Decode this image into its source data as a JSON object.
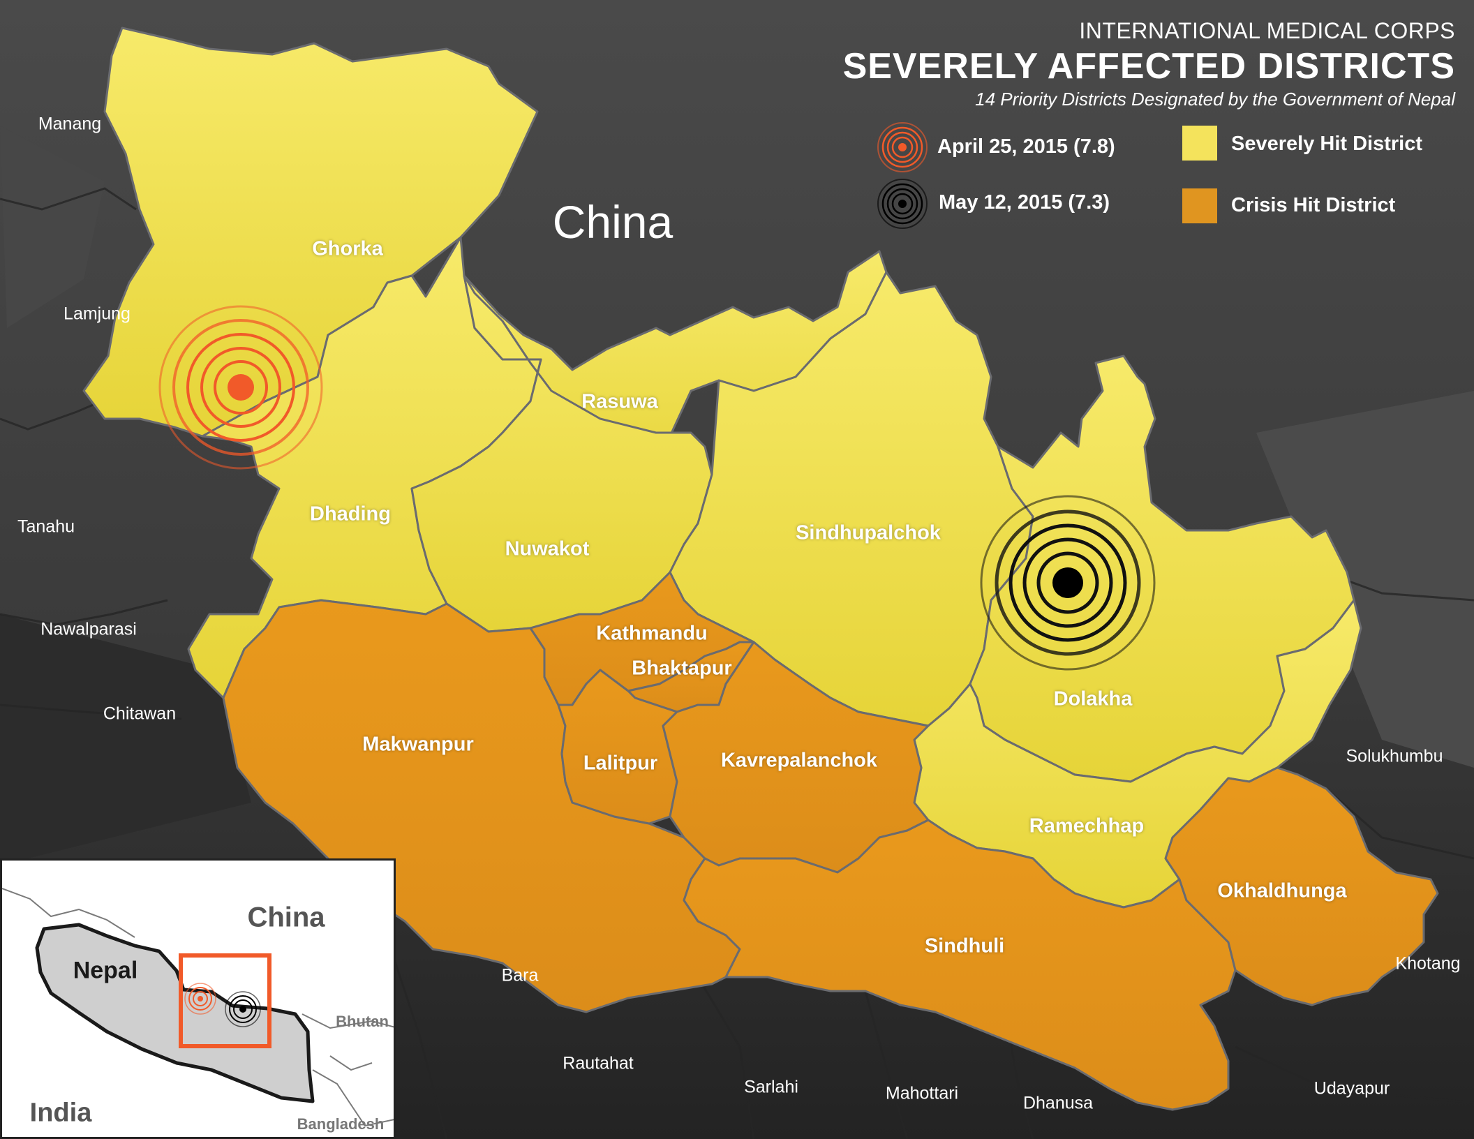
{
  "header": {
    "org": "INTERNATIONAL MEDICAL CORPS",
    "title": "SEVERELY AFFECTED DISTRICTS",
    "subtitle": "14 Priority Districts Designated by the Government of Nepal"
  },
  "legend": {
    "quake1": {
      "label": "April 25, 2015 (7.8)",
      "color": "#f15a29"
    },
    "quake2": {
      "label": "May 12, 2015 (7.3)",
      "color": "#000000"
    },
    "severe": {
      "label": "Severely Hit District",
      "color": "#f4e35c"
    },
    "crisis": {
      "label": "Crisis Hit District",
      "color": "#e09520"
    }
  },
  "map": {
    "country_label": "China",
    "districts": {
      "ghorka": "Ghorka",
      "rasuwa": "Rasuwa",
      "dhading": "Dhading",
      "nuwakot": "Nuwakot",
      "sindhupalchok": "Sindhupalchok",
      "dolakha": "Dolakha",
      "ramechhap": "Ramechhap",
      "kathmandu": "Kathmandu",
      "bhaktapur": "Bhaktapur",
      "lalitpur": "Lalitpur",
      "kavrepalanchok": "Kavrepalanchok",
      "makwanpur": "Makwanpur",
      "sindhuli": "Sindhuli",
      "okhaldhunga": "Okhaldhunga"
    },
    "neighbors": {
      "manang": "Manang",
      "lamjung": "Lamjung",
      "tanahu": "Tanahu",
      "nawalparasi": "Nawalparasi",
      "chitawan": "Chitawan",
      "bara": "Bara",
      "rautahat": "Rautahat",
      "sarlahi": "Sarlahi",
      "mahottari": "Mahottari",
      "dhanusa": "Dhanusa",
      "udayapur": "Udayapur",
      "khotang": "Khotang",
      "solukhumbu": "Solukhumbu"
    }
  },
  "inset": {
    "china": "China",
    "nepal": "Nepal",
    "india": "India",
    "bhutan": "Bhutan",
    "bangladesh": "Bangladesh",
    "highlight_color": "#f15a29"
  }
}
